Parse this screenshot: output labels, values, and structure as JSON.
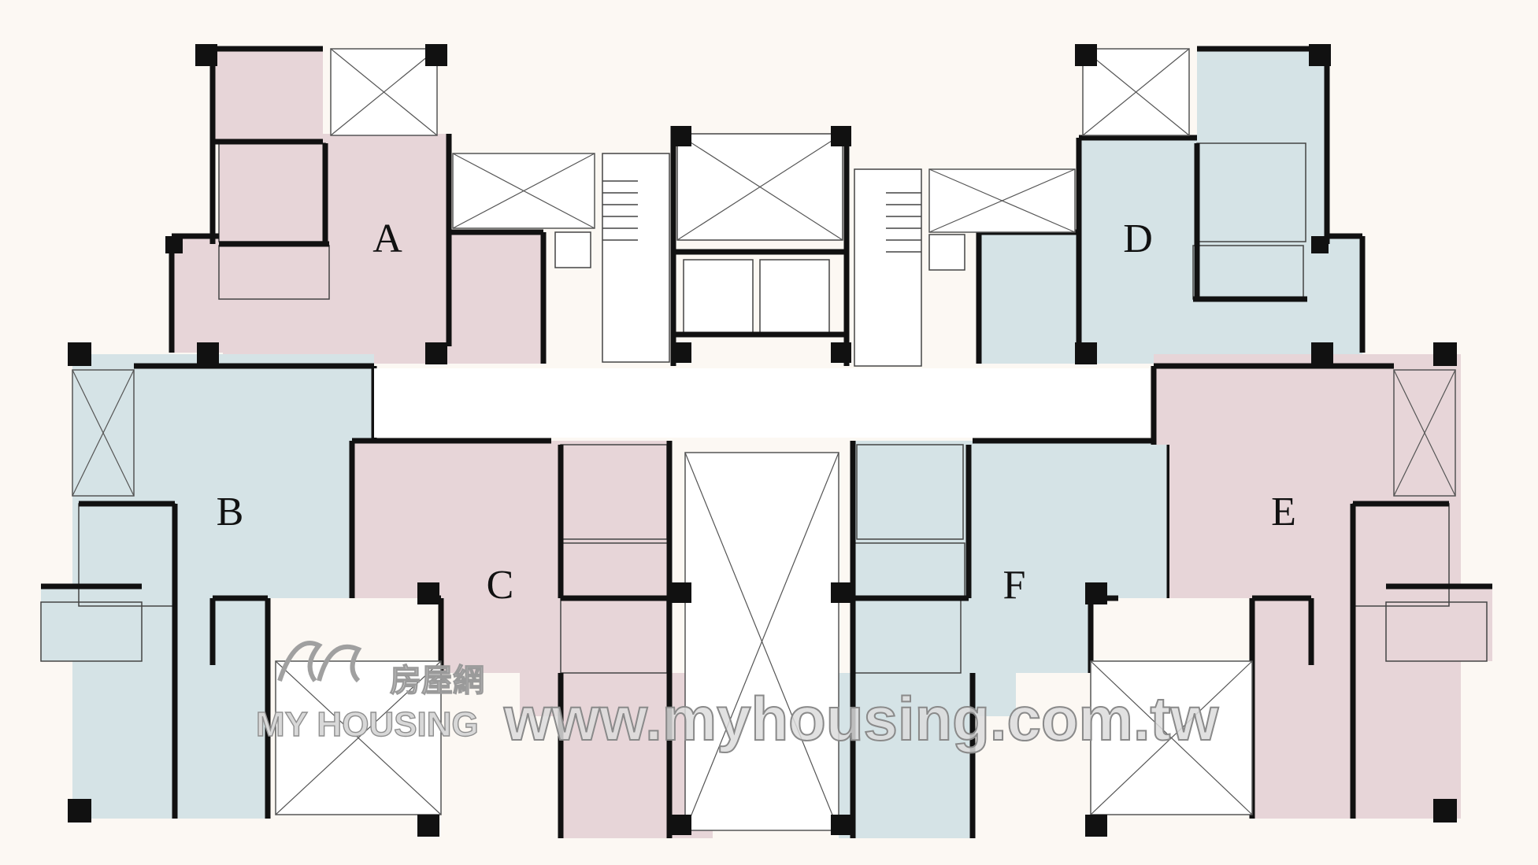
{
  "colors": {
    "background": "#fcf8f3",
    "unit_pink": "#e7d5d8",
    "unit_blue": "#d5e3e6",
    "void": "#ffffff",
    "wall": "#111111"
  },
  "units": {
    "a": {
      "label": "A"
    },
    "b": {
      "label": "B"
    },
    "c": {
      "label": "C"
    },
    "d": {
      "label": "D"
    },
    "e": {
      "label": "E"
    },
    "f": {
      "label": "F"
    }
  },
  "watermark": {
    "logo_cjk": "房屋網",
    "logo_brand": "MY HOUSING",
    "url": "www.myhousing.com.tw"
  }
}
